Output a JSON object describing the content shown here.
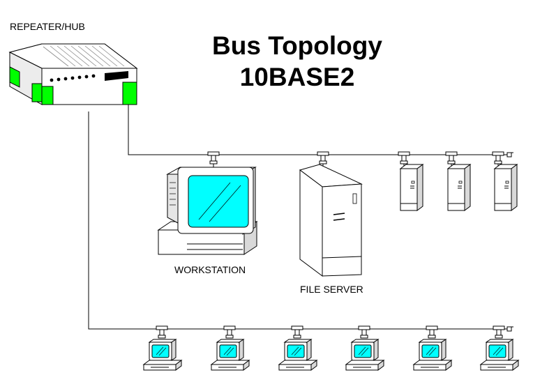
{
  "diagram": {
    "title_line1": "Bus Topology",
    "title_line2": "10BASE2",
    "labels": {
      "hub": "REPEATER/HUB",
      "workstation": "WORKSTATION",
      "file_server": "FILE SERVER"
    },
    "colors": {
      "accent_green": "#00ff00",
      "screen_cyan": "#00ffff",
      "line": "#000000",
      "body_fill": "#ffffff",
      "shade": "#d9d9d9"
    },
    "segments": [
      {
        "name": "upper-bus",
        "devices": [
          "workstation",
          "file-server",
          "tower",
          "tower",
          "tower"
        ]
      },
      {
        "name": "lower-bus",
        "devices": [
          "pc",
          "pc",
          "pc",
          "pc",
          "pc",
          "pc"
        ]
      }
    ]
  }
}
